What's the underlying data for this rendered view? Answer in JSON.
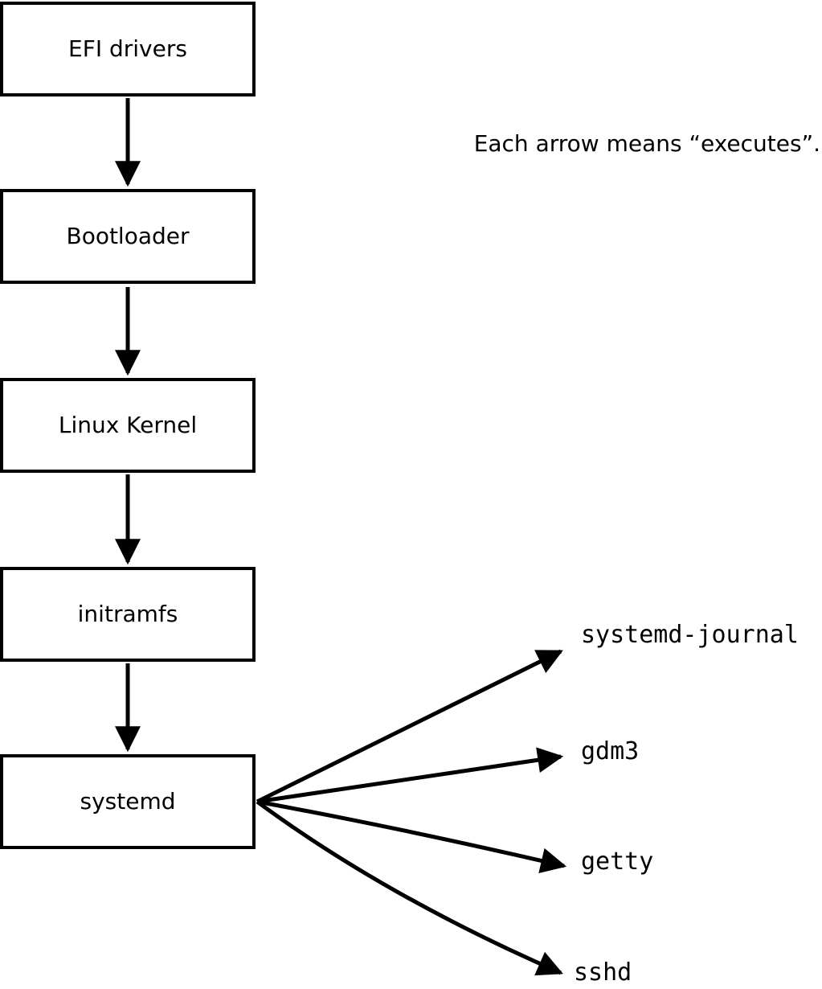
{
  "note": "Each arrow means “executes”.",
  "boxes": [
    {
      "id": "efi-drivers",
      "label": "EFI drivers"
    },
    {
      "id": "bootloader",
      "label": "Bootloader"
    },
    {
      "id": "linux-kernel",
      "label": "Linux Kernel"
    },
    {
      "id": "initramfs",
      "label": "initramfs"
    },
    {
      "id": "systemd",
      "label": "systemd"
    }
  ],
  "targets": [
    {
      "id": "systemd-journal",
      "label": "systemd-journal"
    },
    {
      "id": "gdm3",
      "label": "gdm3"
    },
    {
      "id": "getty",
      "label": "getty"
    },
    {
      "id": "sshd",
      "label": "sshd"
    }
  ],
  "edges": [
    {
      "from": "EFI drivers",
      "to": "Bootloader",
      "meaning": "executes"
    },
    {
      "from": "Bootloader",
      "to": "Linux Kernel",
      "meaning": "executes"
    },
    {
      "from": "Linux Kernel",
      "to": "initramfs",
      "meaning": "executes"
    },
    {
      "from": "initramfs",
      "to": "systemd",
      "meaning": "executes"
    },
    {
      "from": "systemd",
      "to": "systemd-journal",
      "meaning": "executes"
    },
    {
      "from": "systemd",
      "to": "gdm3",
      "meaning": "executes"
    },
    {
      "from": "systemd",
      "to": "getty",
      "meaning": "executes"
    },
    {
      "from": "systemd",
      "to": "sshd",
      "meaning": "executes"
    }
  ],
  "colors": {
    "ink": "#000000",
    "background": "#ffffff",
    "box_fill": "#ffffff"
  }
}
